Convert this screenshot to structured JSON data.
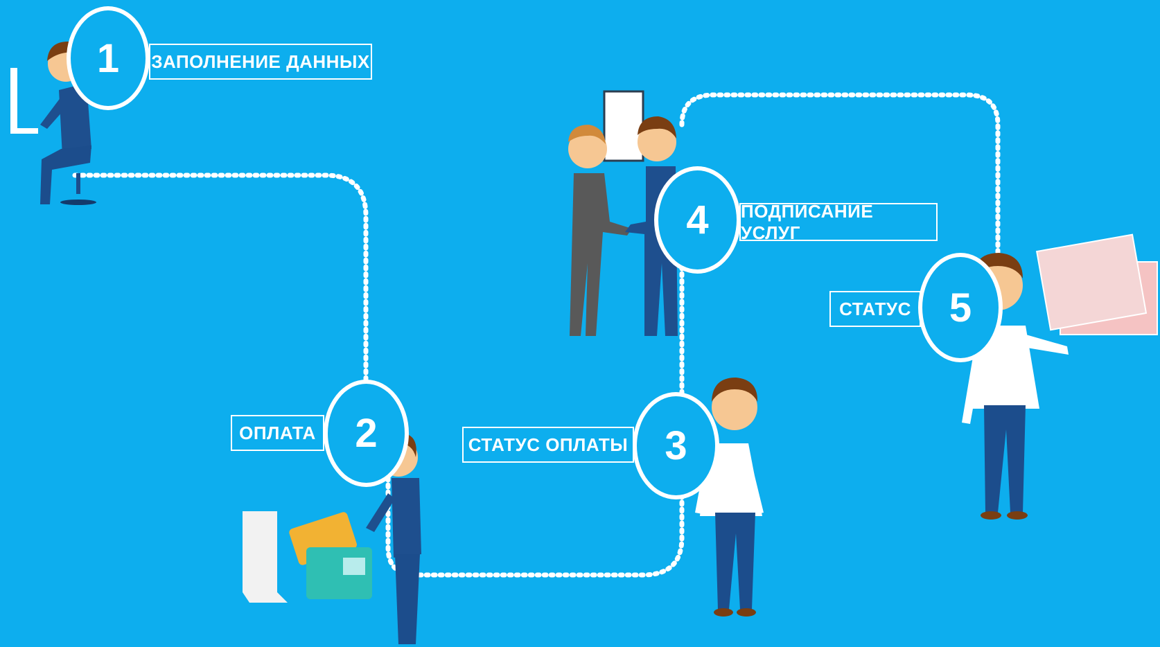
{
  "steps": [
    {
      "number": "1",
      "label": "ЗАПОЛНЕНИЕ ДАННЫХ"
    },
    {
      "number": "2",
      "label": "ОПЛАТА"
    },
    {
      "number": "3",
      "label": "СТАТУС ОПЛАТЫ"
    },
    {
      "number": "4",
      "label": "ПОДПИСАНИЕ УСЛУГ"
    },
    {
      "number": "5",
      "label": "СТАТУС"
    }
  ],
  "colors": {
    "background": "#0daeee",
    "line": "#ffffff",
    "suit": "#1e4f8e",
    "grey_suit": "#595959",
    "hair": "#7a3e12",
    "skin": "#f6c793",
    "shirt": "#ffffff",
    "pants": "#1c4d8c",
    "card_orange": "#f2b233",
    "card_teal": "#2fbfb3"
  }
}
